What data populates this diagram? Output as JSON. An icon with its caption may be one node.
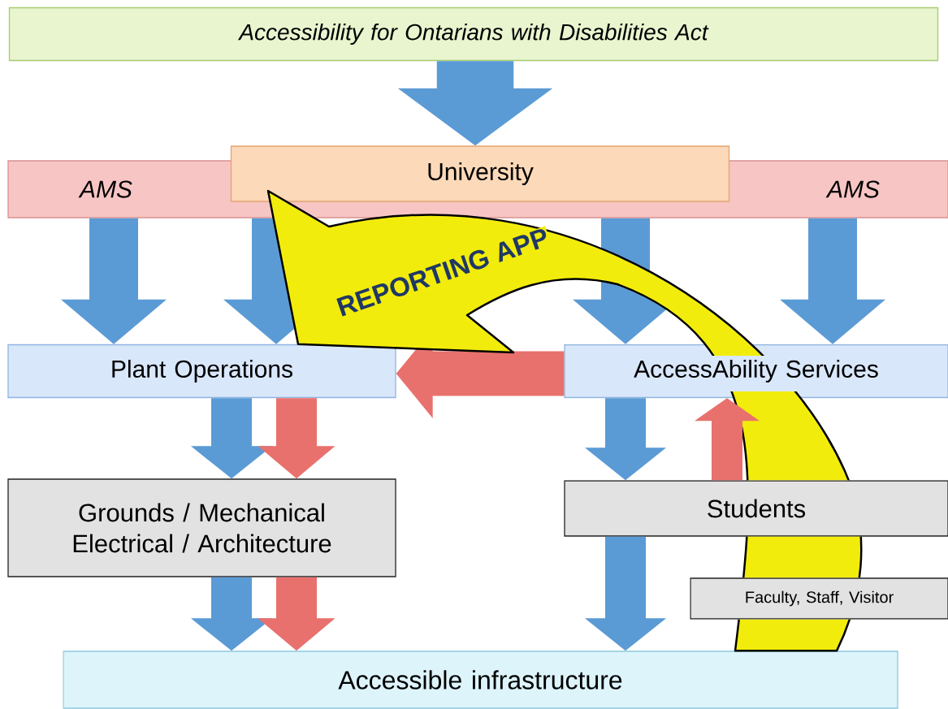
{
  "diagram": {
    "nodes": [
      {
        "text": [
          "Accessibility for Ontarians with Disabilities Act"
        ]
      },
      {
        "text": [
          "AMS",
          "AMS"
        ]
      },
      {
        "text": [
          "University"
        ]
      },
      {
        "text": [
          "Plant Operations"
        ]
      },
      {
        "text": [
          "AccessAbility Services"
        ]
      },
      {
        "text": [
          "Grounds / Mechanical Electrical / Architecture"
        ]
      },
      {
        "text": [
          "Students"
        ]
      },
      {
        "text": [
          "Faculty, Staff, Visitor"
        ]
      },
      {
        "text": [
          "Accessible infrastructure"
        ]
      }
    ],
    "edges": [
      {
        "from": 0,
        "to": 2,
        "arrow": "to",
        "style": "thick"
      },
      {
        "from": 1,
        "to": 3,
        "arrow": "to"
      },
      {
        "from": 1,
        "to": 3,
        "arrow": "to"
      },
      {
        "from": 1,
        "to": 4,
        "arrow": "to"
      },
      {
        "from": 1,
        "to": 4,
        "arrow": "to"
      },
      {
        "from": 4,
        "to": 3,
        "arrow": "to",
        "color": "#e8716e"
      },
      {
        "from": 3,
        "to": 5,
        "arrow": "to"
      },
      {
        "from": 3,
        "to": 5,
        "arrow": "to",
        "color": "#e8716e"
      },
      {
        "from": 4,
        "to": 6,
        "arrow": "to"
      },
      {
        "from": 6,
        "to": 4,
        "arrow": "to",
        "color": "#e8716e"
      },
      {
        "from": 5,
        "to": 8,
        "arrow": "to"
      },
      {
        "from": 5,
        "to": 8,
        "arrow": "to",
        "color": "#e8716e"
      },
      {
        "from": 6,
        "to": 8,
        "arrow": "to"
      },
      {
        "from": 8,
        "to": 3,
        "arrow": "to",
        "color": "#f2ec0c",
        "label": "REPORTING APP"
      }
    ]
  }
}
